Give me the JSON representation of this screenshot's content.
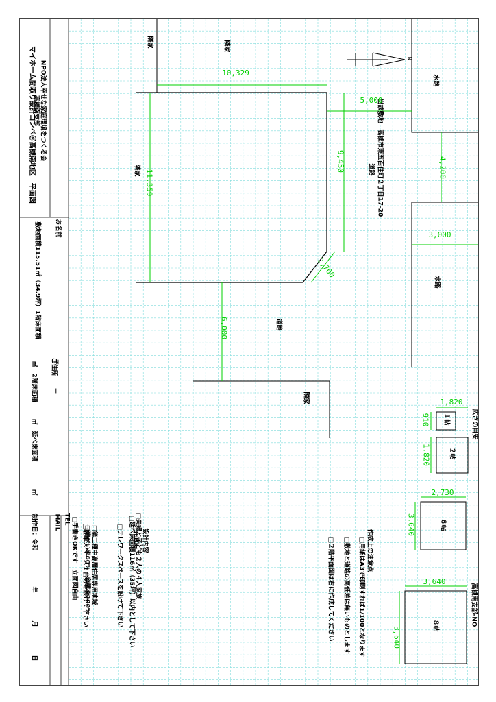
{
  "sheet": {
    "title": "マイホーム間取り設計コンペ＠高槻南地区　平面図",
    "organizer_line1": "NPO法人幸せな家庭環境をつくる会",
    "organizer_line2": "高槻南支部",
    "name_label": "お名前",
    "area_summary": "敷地面積115.51㎡（34.9坪）1階床面積",
    "unit_m2_1": "㎡　2階床面積",
    "unit_m2_2": "㎡　延べ床面積",
    "unit_m2_3": "㎡",
    "postal_mark": "〒",
    "dash": "－",
    "address_label": "ご住所",
    "tel_label": "TEL",
    "mail_label": "MAIL",
    "created_label": "制作日：令和",
    "year_label": "年",
    "month_label": "月",
    "day_label": "日",
    "corner_code": "高槻南支部-NO"
  },
  "design_content": {
    "heading": "設計内容",
    "items": [
      "□夫婦と子ども２人の４人家族",
      "□3LDK",
      "□延べ床面積116㎡（35坪）以内として下さい",
      "□テレワークスペースを設けて下さい",
      "□第二種中高層住居専用地域",
      "□建ぺい率60%　容積率200%",
      "□駐車スペース１台分を設けて下さい",
      "□手書きOKです　立面図自由"
    ]
  },
  "notes": {
    "heading": "作成上の注意点",
    "items": [
      "□用紙はA3で印刷すれば1/100となります",
      "□敷地と道路の高低差は無いものとします",
      "□２階平面図は右に作成してください"
    ]
  },
  "site": {
    "plot_label": "当該敷地　高槻市東五百住町２丁目17-20",
    "neighbor_top_left": "隣家",
    "neighbor_top_right": "隣家",
    "neighbor_left": "隣家",
    "neighbor_bottom": "隣家",
    "road_upper": "道路",
    "road_lower": "道路",
    "waterway_top": "水路",
    "waterway_mid": "水路",
    "north_mark": "N"
  },
  "dimensions": {
    "d_10329": "10,329",
    "d_5000": "5,000",
    "d_9450": "9,450",
    "d_4200": "4,200",
    "d_11359": "11,359",
    "d_3000": "3,000",
    "d_2700": "2,700",
    "d_6000": "6,000"
  },
  "scale_guide": {
    "heading": "広さの目安",
    "one_tatami": "１帖",
    "two_tatami": "２帖",
    "six_tatami": "６帖",
    "eight_tatami": "８帖",
    "d_1820a": "1,820",
    "d_910": "910",
    "d_1820b": "1,820",
    "d_2730": "2,730",
    "d_3640a": "3,640",
    "d_3640b": "3,640",
    "d_3640c": "3,640"
  },
  "colors": {
    "grid": "#7fdcdc",
    "dimension": "#00d000",
    "line": "#000000"
  }
}
